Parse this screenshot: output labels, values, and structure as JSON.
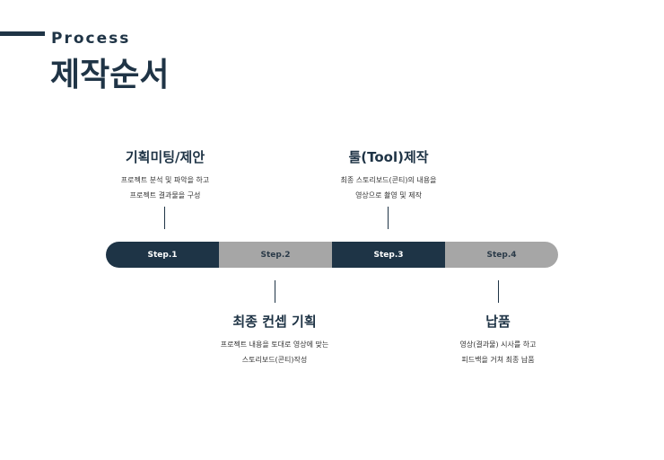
{
  "header": {
    "eyebrow": "Process",
    "title": "제작순서"
  },
  "steps": [
    {
      "label": "Step.1",
      "heading": "기획미팅/제안",
      "lines": [
        "프로젝트 분석 및 파악을 하고",
        "프로젝트 결과물을 구성"
      ]
    },
    {
      "label": "Step.2",
      "heading": "최종 컨셉 기획",
      "lines": [
        "프로젝트 내용을 토대로 영상에 맞는",
        "스토리보드(콘티)작성"
      ]
    },
    {
      "label": "Step.3",
      "heading": "툴(Tool)제작",
      "lines": [
        "최종 스토리보드(콘티)의 내용을",
        "영상으로 촬영 및 제작"
      ]
    },
    {
      "label": "Step.4",
      "heading": "납품",
      "lines": [
        "영상(결과물) 시사를 하고",
        "피드백을 거쳐 최종 납품"
      ]
    }
  ],
  "colors": {
    "navy": "#1e3446",
    "gray": "#a6a6a6"
  }
}
